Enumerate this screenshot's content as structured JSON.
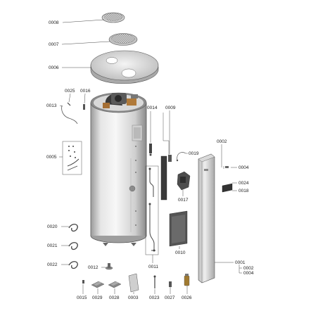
{
  "labels": {
    "l0008": "0008",
    "l0007": "0007",
    "l0006": "0006",
    "l0025": "0025",
    "l0016": "0016",
    "l0013": "0013",
    "l0014": "0014",
    "l0009": "0009",
    "l0002a": "0002",
    "l0004a": "0004",
    "l0019": "0019",
    "l0005": "0005",
    "l0024": "0024",
    "l0018": "0018",
    "l0017": "0017",
    "l0020": "0020",
    "l0010": "0010",
    "l0021": "0021",
    "l0001": "0001",
    "l0002b": "0002",
    "l0004b": "0004",
    "l0022": "0022",
    "l0012": "0012",
    "l0011": "0011",
    "l0015": "0015",
    "l0029": "0029",
    "l0028": "0028",
    "l0003": "0003",
    "l0023": "0023",
    "l0027": "0027",
    "l0026": "0026"
  },
  "colors": {
    "line": "#333333",
    "tank_light": "#f2f2f2",
    "tank_mid": "#c9c9c9",
    "tank_dark": "#8f8f8f",
    "panel_light": "#ececec",
    "panel_dark": "#b8b8b8"
  }
}
